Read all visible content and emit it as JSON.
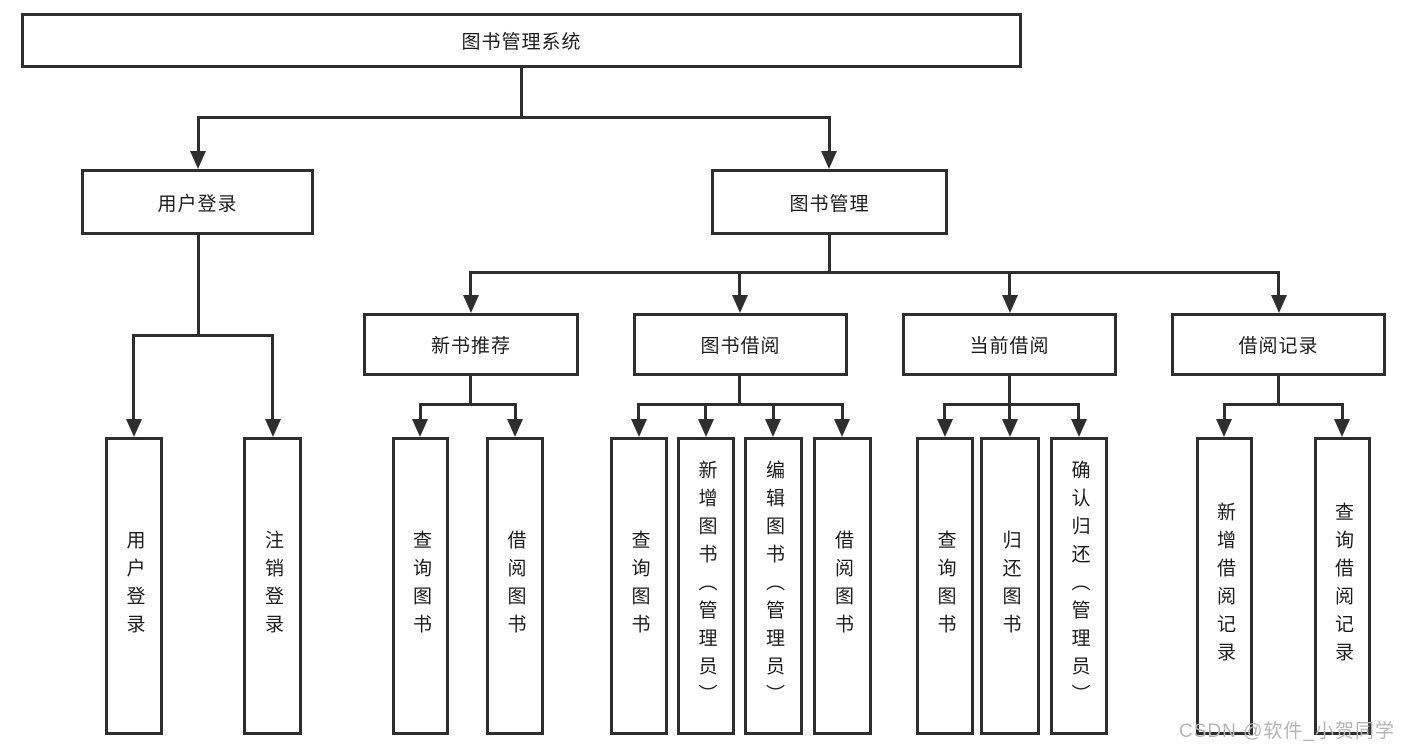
{
  "page": {
    "watermark": "CSDN @软件_小贺同学"
  },
  "colors": {
    "line": "#2e2e2e",
    "box_border": "#2e2e2e",
    "box_fill": "#ffffff",
    "text": "#1c1c1c",
    "watermark": "#b5b5b5",
    "background": "#ffffff"
  },
  "tree": {
    "root": {
      "label": "图书管理系统"
    },
    "user_login": {
      "label": "用户登录",
      "children": {
        "login": "用户登录",
        "logout": "注销登录"
      }
    },
    "book_management": {
      "label": "图书管理",
      "sections": {
        "new_book_recommend": {
          "label": "新书推荐",
          "children": {
            "query_book": "查询图书",
            "borrow_book": "借阅图书"
          }
        },
        "book_borrow": {
          "label": "图书借阅",
          "children": {
            "query_book": "查询图书",
            "add_book": "新增图书（管理员）",
            "edit_book": "编辑图书（管理员）",
            "borrow_book": "借阅图书"
          }
        },
        "current_borrow": {
          "label": "当前借阅",
          "children": {
            "query_book": "查询图书",
            "return_book": "归还图书",
            "confirm_return": "确认归还（管理员）"
          }
        },
        "borrow_records": {
          "label": "借阅记录",
          "children": {
            "add_record": "新增借阅记录",
            "query_record": "查询借阅记录"
          }
        }
      }
    }
  }
}
